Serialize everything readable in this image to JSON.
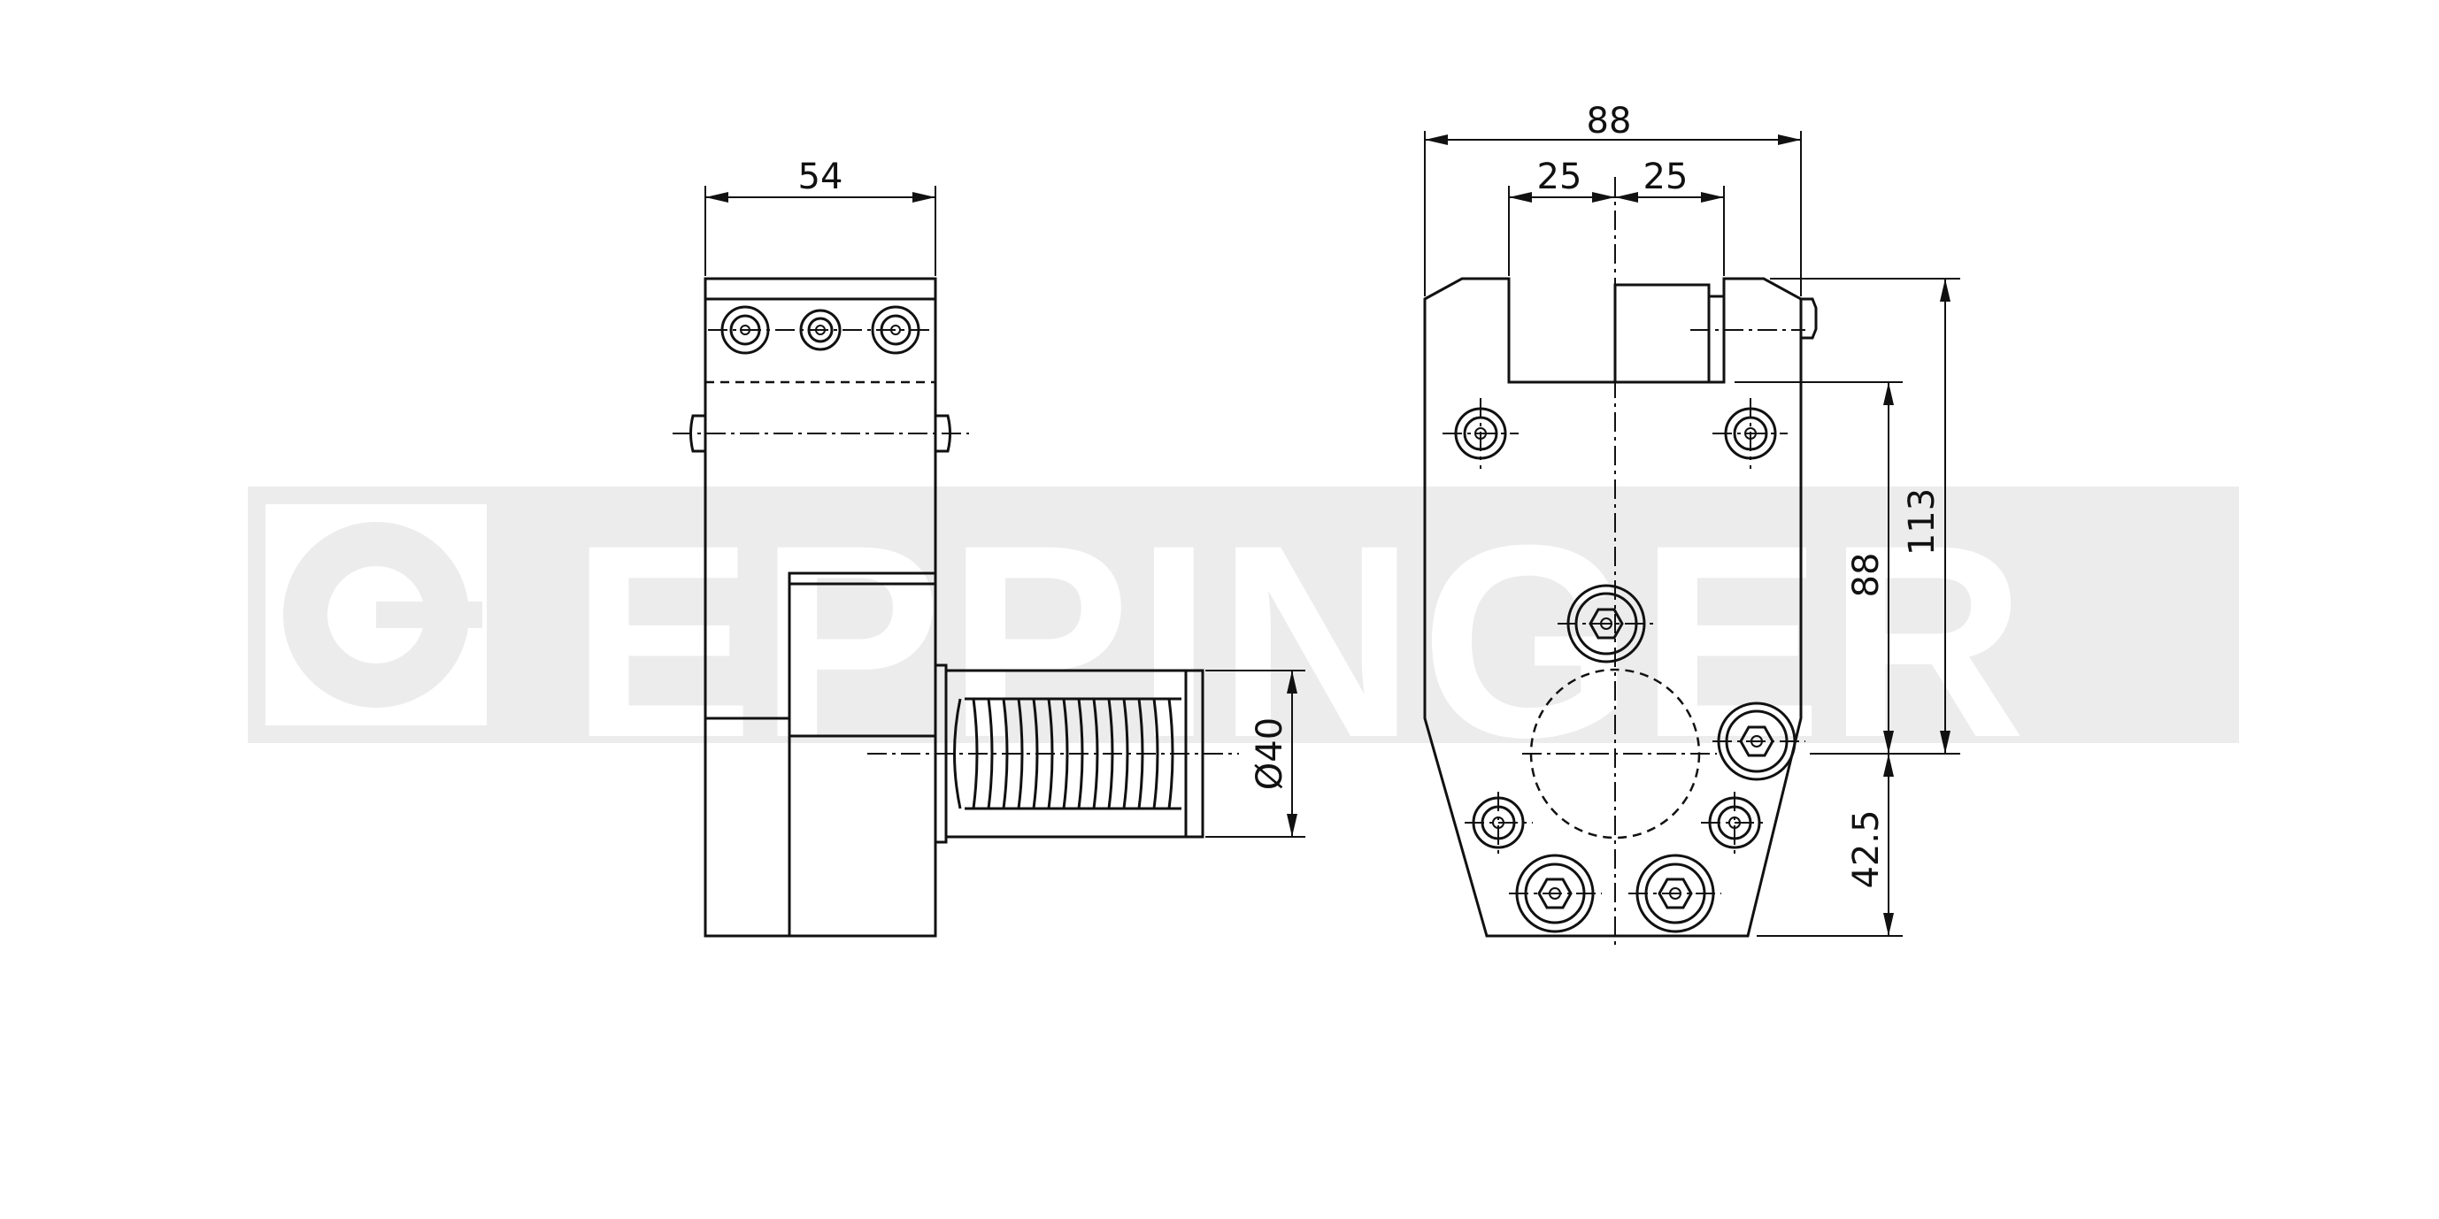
{
  "watermark": {
    "text": "EPPINGER"
  },
  "side_view": {
    "dim_width": "54",
    "dim_diameter": "Ø40"
  },
  "front_view": {
    "dim_overall_width": "88",
    "dim_left_half": "25",
    "dim_right_half": "25",
    "dim_height_total": "113",
    "dim_height_center": "88",
    "dim_height_lower": "42.5"
  },
  "colors": {
    "line": "#111111",
    "watermark_band": "#ececec",
    "background": "#ffffff"
  }
}
